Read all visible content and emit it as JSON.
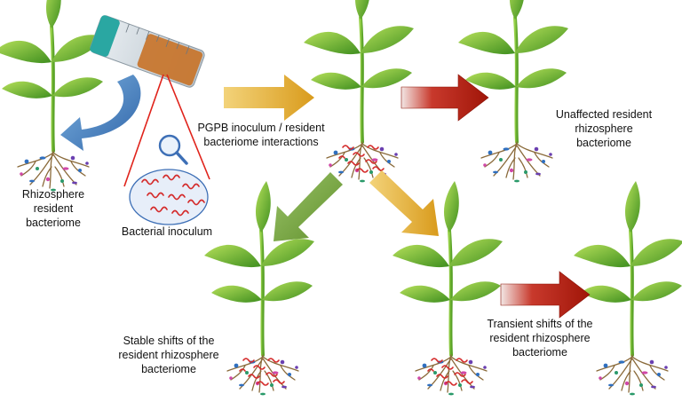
{
  "labels": {
    "rhizosphere": "Rhizosphere\nresident\nbacteriome",
    "inoculum": "Bacterial inoculum",
    "interactions": "PGPB inoculum / resident\nbacteriome interactions",
    "unaffected": "Unaffected resident\nrhizosphere\nbacteriome",
    "stable": "Stable shifts of the\nresident rhizosphere\nbacteriome",
    "transient": "Transient shifts of the\nresident rhizosphere\nbacteriome"
  },
  "colors": {
    "leaf": "#6fb62c",
    "stem": "#7cc23a",
    "root": "#8a6a3a",
    "arrow_yellow": "#e8b432",
    "arrow_red": "#b81d12",
    "arrow_green": "#7ba640",
    "arrow_blue": "#4a7fbf",
    "magnifier": "#e0231b",
    "bacteria": "#d42a2a",
    "bottle_liquid": "#c8742a",
    "bottle_cap": "#2aa7a2"
  },
  "icons": [
    "plant-icon",
    "culture-tube-icon",
    "magnifying-glass-icon",
    "bacteria-icon"
  ]
}
